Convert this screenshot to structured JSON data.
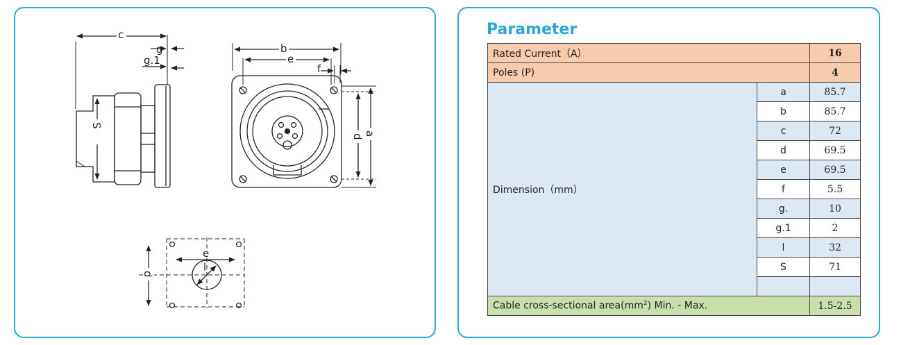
{
  "drawing_labels": {
    "c": "c",
    "g": "g",
    "g1": "g.1",
    "S": "S",
    "b": "b",
    "e": "e",
    "f": "f",
    "d": "d",
    "a": "a",
    "d_bottom": "d",
    "e_bottom": "e",
    "l": "l"
  },
  "parameter": {
    "title": "Parameter",
    "rated_current": {
      "label": "Rated Current（A）",
      "value": "16"
    },
    "poles": {
      "label": "Poles (P)",
      "value": "4"
    },
    "dimension": {
      "label": "Dimension（mm）",
      "rows": [
        {
          "key": "a",
          "value": "85.7"
        },
        {
          "key": "b",
          "value": "85.7"
        },
        {
          "key": "c",
          "value": "72"
        },
        {
          "key": "d",
          "value": "69.5"
        },
        {
          "key": "e",
          "value": "69.5"
        },
        {
          "key": "f",
          "value": "5.5"
        },
        {
          "key": "g.",
          "value": "10"
        },
        {
          "key": "g.1",
          "value": "2"
        },
        {
          "key": "l",
          "value": "32"
        },
        {
          "key": "S",
          "value": "71"
        },
        {
          "key": "",
          "value": ""
        }
      ]
    },
    "cable": {
      "label_before": "Cable cross-sectional area(mm",
      "label_sup": "2",
      "label_after": ") Min. - Max.",
      "value": "1.5-2.5"
    }
  }
}
